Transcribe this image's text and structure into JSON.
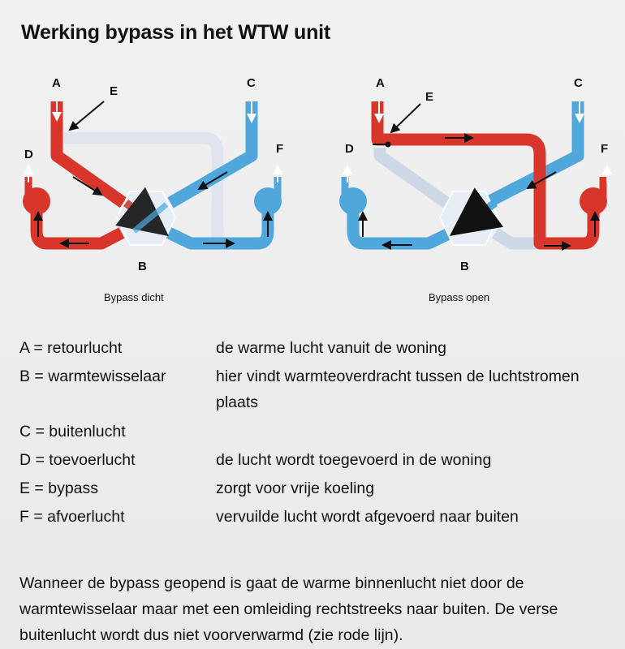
{
  "title": "Werking bypass in het WTW unit",
  "diagrams": [
    {
      "caption": "Bypass dicht",
      "labels": {
        "A": "A",
        "B": "B",
        "C": "C",
        "D": "D",
        "E": "E",
        "F": "F"
      }
    },
    {
      "caption": "Bypass open",
      "labels": {
        "A": "A",
        "B": "B",
        "C": "C",
        "D": "D",
        "E": "E",
        "F": "F"
      }
    }
  ],
  "colors": {
    "warm": "#d9362b",
    "cold": "#4fa7dc",
    "inactive": "#dfe5ee",
    "heat_exchanger": "#e6edf5"
  },
  "legend": [
    {
      "term": "A = retourlucht",
      "desc": "de warme lucht vanuit de woning"
    },
    {
      "term": "B = warmtewisselaar",
      "desc": "hier vindt warmteoverdracht tussen de luchtstromen plaats"
    },
    {
      "term": "C = buitenlucht",
      "desc": ""
    },
    {
      "term": "D = toevoerlucht",
      "desc": "de lucht wordt toegevoerd in de woning"
    },
    {
      "term": "E = bypass",
      "desc": "zorgt voor vrije koeling"
    },
    {
      "term": "F = afvoerlucht",
      "desc": "vervuilde lucht wordt afgevoerd naar buiten"
    }
  ],
  "note": "Wanneer de bypass geopend is gaat de warme binnenlucht niet door de warmtewisselaar maar met een omleiding rechtstreeks naar buiten. De verse buitenlucht wordt dus niet voorverwarmd (zie rode lijn)."
}
